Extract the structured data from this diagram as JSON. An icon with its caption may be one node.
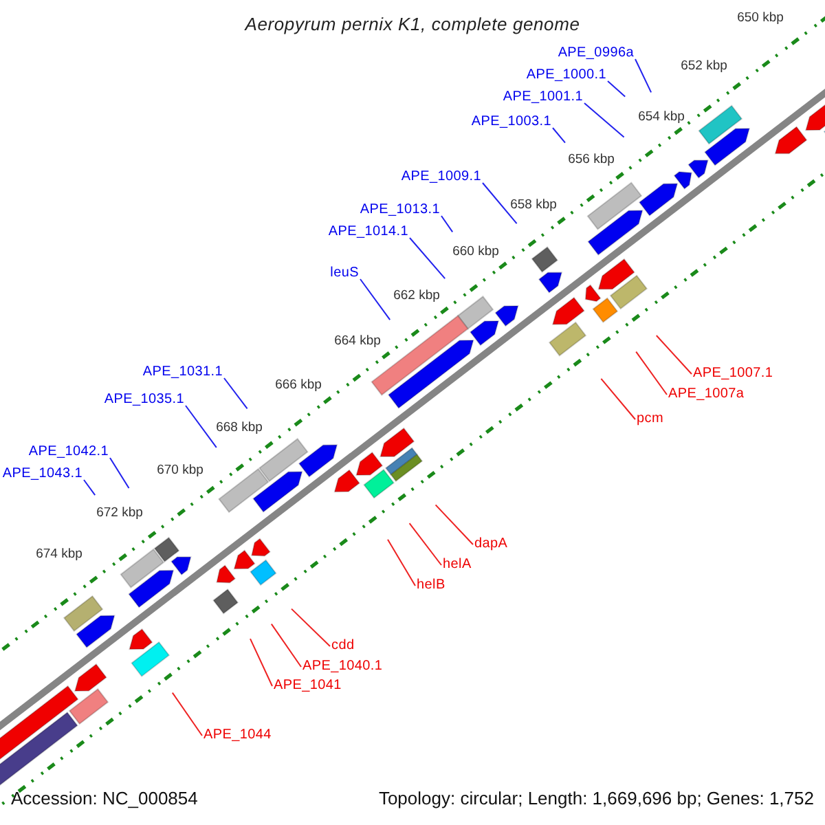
{
  "diagram": {
    "title": "Aeropyrum pernix K1, complete genome",
    "nodes": [
      {
        "text": [
          "APE_0996a"
        ]
      },
      {
        "text": [
          "APE_1000.1"
        ]
      },
      {
        "text": [
          "APE_1001.1"
        ]
      },
      {
        "text": [
          "APE_1003.1"
        ]
      },
      {
        "text": [
          "APE_1009.1"
        ]
      },
      {
        "text": [
          "APE_1013.1"
        ]
      },
      {
        "text": [
          "APE_1014.1"
        ]
      },
      {
        "text": [
          "leuS"
        ]
      },
      {
        "text": [
          "APE_1031.1"
        ]
      },
      {
        "text": [
          "APE_1007.1"
        ]
      },
      {
        "text": [
          "APE_1007a"
        ]
      },
      {
        "text": [
          "APE_1035.1"
        ]
      },
      {
        "text": [
          "pcm"
        ]
      },
      {
        "text": [
          "APE_1042.1"
        ]
      },
      {
        "text": [
          "APE_1043.1"
        ]
      },
      {
        "text": [
          "dapA"
        ]
      },
      {
        "text": [
          "helA"
        ]
      },
      {
        "text": [
          "helB"
        ]
      },
      {
        "text": [
          "cdd"
        ]
      },
      {
        "text": [
          "APE_1040.1"
        ]
      },
      {
        "text": [
          "APE_1041"
        ]
      },
      {
        "text": [
          "APE_1044"
        ]
      }
    ],
    "edges": [
      {
        "from": 0,
        "to": null,
        "arrow": "none"
      },
      {
        "from": 1,
        "to": null,
        "arrow": "none"
      },
      {
        "from": 2,
        "to": null,
        "arrow": "none"
      },
      {
        "from": 3,
        "to": null,
        "arrow": "none"
      },
      {
        "from": 4,
        "to": null,
        "arrow": "none"
      },
      {
        "from": 5,
        "to": null,
        "arrow": "none"
      },
      {
        "from": 6,
        "to": null,
        "arrow": "none"
      },
      {
        "from": 7,
        "to": null,
        "arrow": "none"
      },
      {
        "from": 8,
        "to": null,
        "arrow": "none"
      },
      {
        "from": 9,
        "to": null,
        "arrow": "none",
        "color": "#ee2222"
      },
      {
        "from": 10,
        "to": null,
        "arrow": "none",
        "color": "#ee2222"
      },
      {
        "from": 11,
        "to": null,
        "arrow": "none"
      },
      {
        "from": 12,
        "to": null,
        "arrow": "none",
        "color": "#ee2222"
      },
      {
        "from": 13,
        "to": null,
        "arrow": "none"
      },
      {
        "from": 14,
        "to": null,
        "arrow": "none"
      },
      {
        "from": 15,
        "to": null,
        "arrow": "none",
        "color": "#ee2222"
      },
      {
        "from": 16,
        "to": null,
        "arrow": "none",
        "color": "#ee2222"
      },
      {
        "from": 17,
        "to": null,
        "arrow": "none",
        "color": "#ee2222"
      },
      {
        "from": 18,
        "to": null,
        "arrow": "none",
        "color": "#ee2222"
      },
      {
        "from": 19,
        "to": null,
        "arrow": "none",
        "color": "#ee2222"
      },
      {
        "from": 20,
        "to": null,
        "arrow": "none",
        "color": "#ee2222"
      },
      {
        "from": 21,
        "to": null,
        "arrow": "none",
        "color": "#ee2222"
      }
    ],
    "labels": [
      "650 kbp",
      "652 kbp",
      "654 kbp",
      "656 kbp",
      "658 kbp",
      "660 kbp",
      "662 kbp",
      "664 kbp",
      "666 kbp",
      "668 kbp",
      "670 kbp",
      "672 kbp",
      "674 kbp",
      "Accession: NC_000854",
      "Topology: circular; Length: 1,669,696 bp; Genes: 1,752"
    ]
  }
}
